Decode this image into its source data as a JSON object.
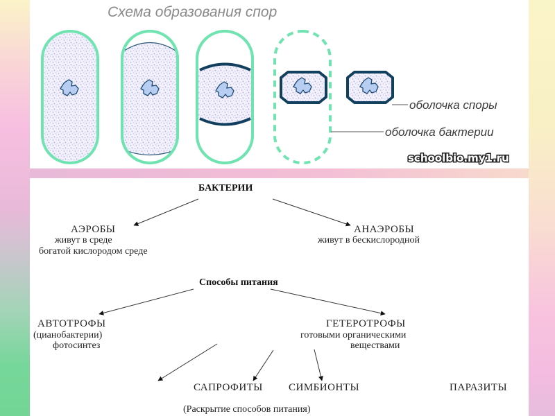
{
  "spore_scheme": {
    "title": "Схема образования спор",
    "labels": {
      "spore_membrane": "оболочка споры",
      "bacterial_membrane": "оболочка бактерии"
    },
    "watermark": "schoolbio.my1.ru",
    "stages": [
      "stage-1",
      "stage-2",
      "stage-3",
      "stage-4",
      "stage-5"
    ],
    "colors": {
      "cell_wall": "#6fe4b0",
      "spore_wall": "#123f5e",
      "cytoplasm": "#d8d6f2"
    }
  },
  "classification": {
    "root": "БАКТЕРИИ",
    "aerobes": {
      "title": "АЭРОБЫ",
      "line1": "живут в среде",
      "line2": "богатой кислородом среде"
    },
    "anaerobes": {
      "title": "АНАЭРОБЫ",
      "line1": "живут в бескислородной"
    }
  },
  "nutrition": {
    "root": "Способы питания",
    "autotrophs": {
      "title": "АВТОТРОФЫ",
      "line1": "(цианобактерии)",
      "line2": "фотосинтез"
    },
    "heterotrophs": {
      "title": "ГЕТЕРОТРОФЫ",
      "line1": "готовыми органическими",
      "line2": "веществами"
    },
    "subtypes": [
      "САПРОФИТЫ",
      "СИМБИОНТЫ",
      "ПАРАЗИТЫ"
    ],
    "caption": "(Раскрытие способов питания)"
  }
}
